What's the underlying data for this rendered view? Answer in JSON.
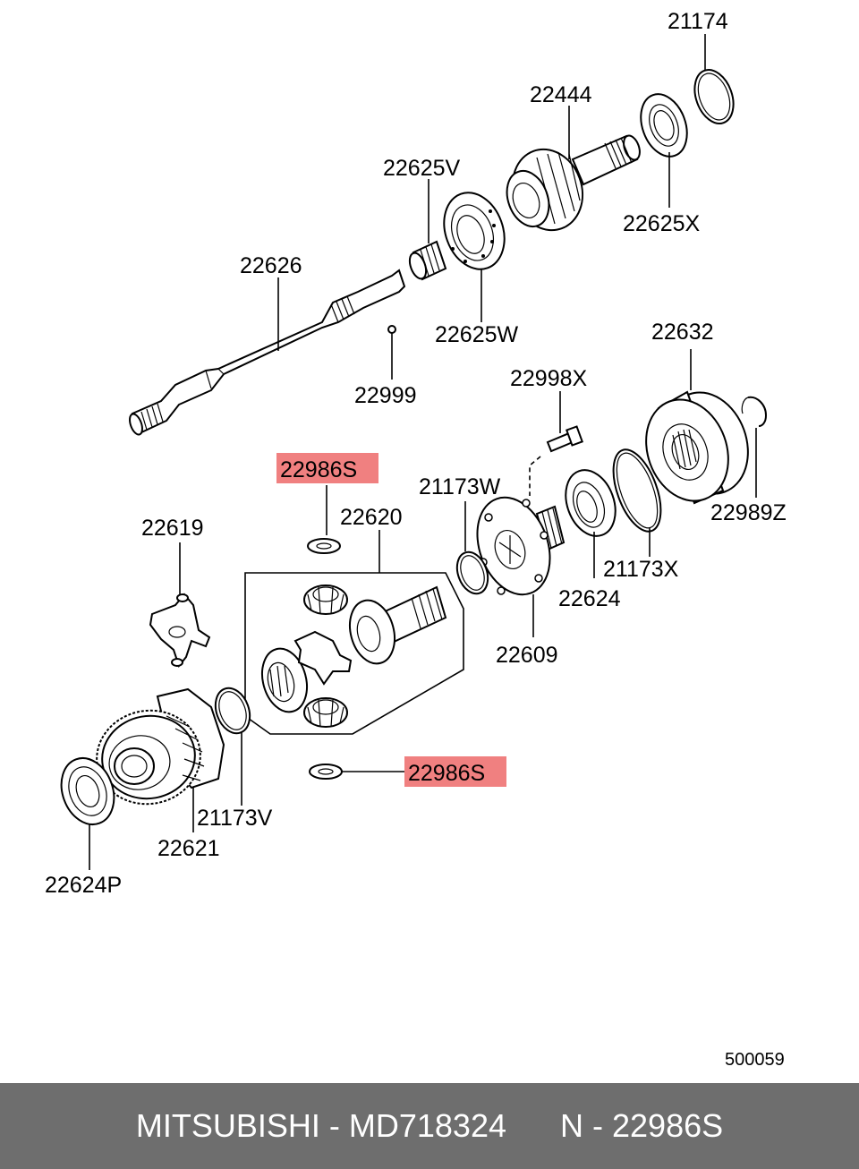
{
  "labels": {
    "p21174": "21174",
    "p22444": "22444",
    "p22625V": "22625V",
    "p22625X": "22625X",
    "p22626": "22626",
    "p22625W": "22625W",
    "p22999": "22999",
    "p22632": "22632",
    "p22998X": "22998X",
    "p22986S_top": "22986S",
    "p21173W": "21173W",
    "p22620": "22620",
    "p22619": "22619",
    "p22989Z": "22989Z",
    "p21173X": "21173X",
    "p22624": "22624",
    "p22609": "22609",
    "p22986S_bottom": "22986S",
    "p21173V": "21173V",
    "p22621": "22621",
    "p22624P": "22624P"
  },
  "diagram_ref": "500059",
  "footer": {
    "brand": "MITSUBISHI",
    "part_number": "MD718324",
    "reference": "N - 22986S",
    "separator": " - "
  },
  "colors": {
    "highlight": "#f08080",
    "footer_bg": "#6e6e6e",
    "footer_text": "#ffffff"
  }
}
